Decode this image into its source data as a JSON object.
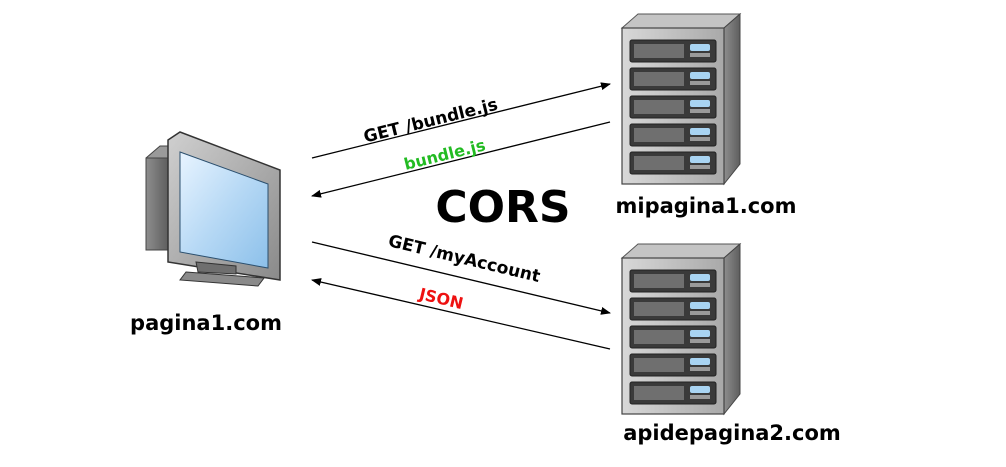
{
  "title": "CORS",
  "client": {
    "label": "pagina1.com",
    "icon": "desktop-computer-icon"
  },
  "servers": [
    {
      "label": "mipagina1.com",
      "icon": "server-tower-icon"
    },
    {
      "label": "apidepagina2.com",
      "icon": "server-tower-icon"
    }
  ],
  "requests": [
    {
      "label": "GET /bundle.js",
      "color": "#000000"
    },
    {
      "label": "bundle.js",
      "color": "#22bb22"
    },
    {
      "label": "GET /myAccount",
      "color": "#000000"
    },
    {
      "label": "JSON",
      "color": "#ee1111"
    }
  ]
}
